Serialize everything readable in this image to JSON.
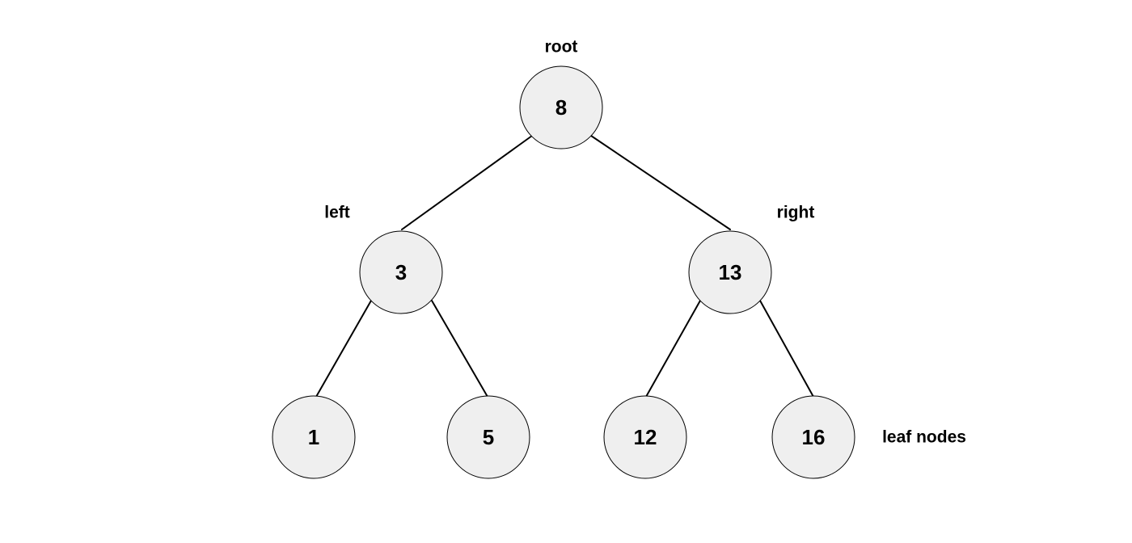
{
  "tree": {
    "nodes": [
      {
        "id": "n8",
        "value": "8"
      },
      {
        "id": "n3",
        "value": "3"
      },
      {
        "id": "n13",
        "value": "13"
      },
      {
        "id": "n1",
        "value": "1"
      },
      {
        "id": "n5",
        "value": "5"
      },
      {
        "id": "n12",
        "value": "12"
      },
      {
        "id": "n16",
        "value": "16"
      }
    ],
    "edges": [
      {
        "from": "n8",
        "to": "n3"
      },
      {
        "from": "n8",
        "to": "n13"
      },
      {
        "from": "n3",
        "to": "n1"
      },
      {
        "from": "n3",
        "to": "n5"
      },
      {
        "from": "n13",
        "to": "n12"
      },
      {
        "from": "n13",
        "to": "n16"
      }
    ]
  },
  "labels": {
    "root": "root",
    "left": "left",
    "right": "right",
    "leaf_nodes": "leaf nodes"
  },
  "colors": {
    "node_fill": "#efefef",
    "stroke": "#000000",
    "background": "#ffffff"
  }
}
